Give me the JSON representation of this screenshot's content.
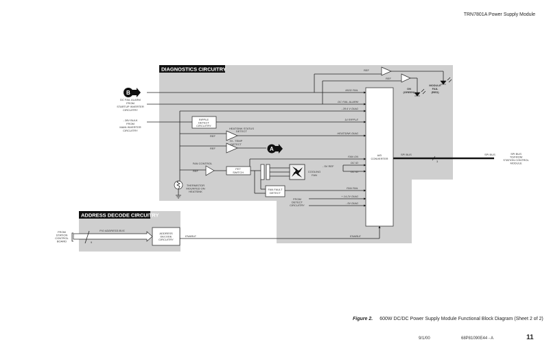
{
  "header": {
    "title": "TRN7801A Power Supply Module"
  },
  "diagnostics": {
    "title": "DIAGNOSTICS CIRCUITRY",
    "connector_b": "B",
    "connector_a": "A",
    "input_dc_fail": [
      "DC FAIL ALARM",
      "FROM",
      "STARTUP INVERTER",
      "CIRCUITRY"
    ],
    "input_bulk": [
      "- 28V BULK",
      "FROM",
      "MAIN INVERTER",
      "CIRCUITRY"
    ],
    "ref": "REF",
    "ripple_box": [
      "RIPPLE",
      "DETECT",
      "CIRCUITRY"
    ],
    "heatsink_status": [
      "HEATSINK STATUS",
      "DETECT"
    ],
    "hi_temp": [
      "HI - TEMP",
      "DETECT"
    ],
    "fan_control": "FAN CONTROL",
    "fet_switch": [
      "FET",
      "SWITCH"
    ],
    "cooling_fan": [
      "COOLING",
      "FAN"
    ],
    "fan_fault_box": [
      "FAN FAULT",
      "DETECT"
    ],
    "thermistor": [
      "THERMISTOR",
      "MOUNTED ON",
      "HEATSINK"
    ],
    "from_detect": [
      "FROM",
      "DETECT",
      "CIRCUITRY"
    ],
    "minus5_ref": "- 5V REF",
    "signals": {
      "mod_fail": "MOD FAIL",
      "dc_fail_alarm": "DC FAIL ALARM",
      "diag_28": "- 28.6 V DIAG",
      "ripple": "14 RIPPLE",
      "heatsink_diag": "HEATSINK DIAG",
      "fan_on": "FAN ON",
      "dc_id_1": "DC ID",
      "dc_id_2": "DC ID",
      "fan_fail": "FAN FAIL",
      "diag_14": "+ 14.2V DIAG",
      "diag_5": "- 5V DIAG"
    },
    "adc": [
      "A/D",
      "CONVERTER"
    ],
    "led_on": [
      "ON",
      "(GREEN)"
    ],
    "led_fail": [
      "MODULE",
      "FAIL",
      "(RED)"
    ],
    "spi_bus": "SPI BUS",
    "spi_count": "3",
    "spi_dest": [
      "SPI BUS",
      "TO/FROM",
      "STATION CONTROL",
      "MODULE"
    ]
  },
  "address": {
    "title": "ADDRESS DECODE CIRCUITRY",
    "from": [
      "FROM",
      "STATION",
      "CONTROL",
      "BOARD"
    ],
    "bus": "P/O ADDRESS BUS",
    "bus_count": "9",
    "box": [
      "ADDRESS",
      "DECODE",
      "CIRCUITRY"
    ],
    "enable": "ENABLE"
  },
  "caption": {
    "label": "Figure 2.",
    "text": "600W DC/DC Power Supply Module Functional Block Diagram (Sheet 2 of 2)"
  },
  "footer": {
    "date": "9/1/00",
    "doc": "68P81090E44 - A",
    "page": "11"
  }
}
